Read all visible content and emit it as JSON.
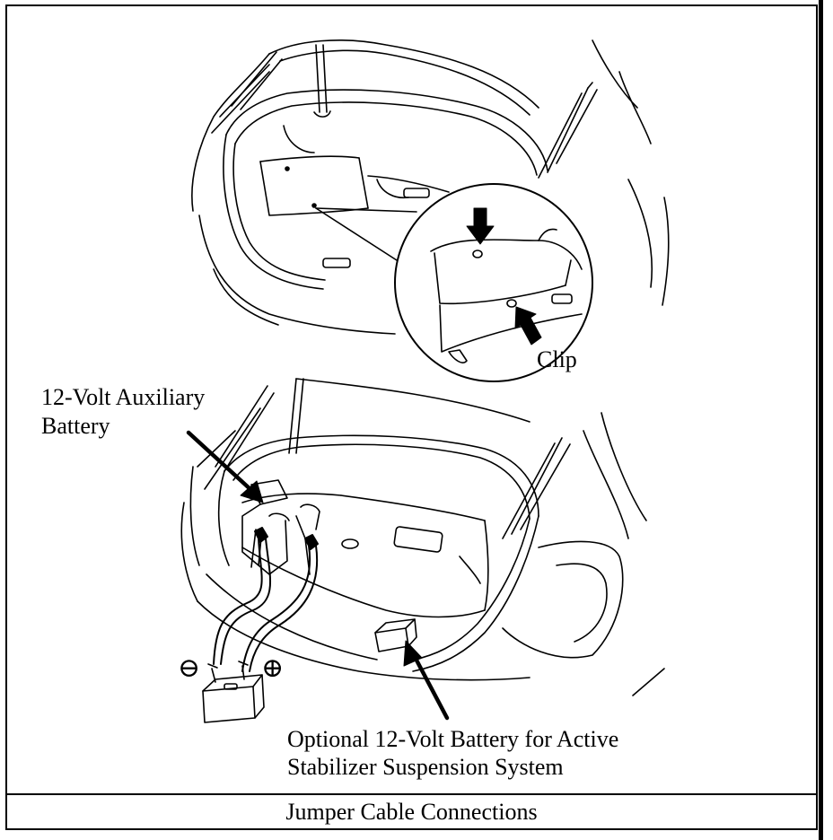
{
  "caption": "Jumper Cable Connections",
  "labels": {
    "clip": "Clip",
    "aux_battery_line1": "12-Volt Auxiliary",
    "aux_battery_line2": "Battery",
    "optional_battery_line1": "Optional 12-Volt Battery for Active",
    "optional_battery_line2": "Stabilizer Suspension System"
  },
  "symbols": {
    "negative": "⊖",
    "positive": "⊕"
  }
}
